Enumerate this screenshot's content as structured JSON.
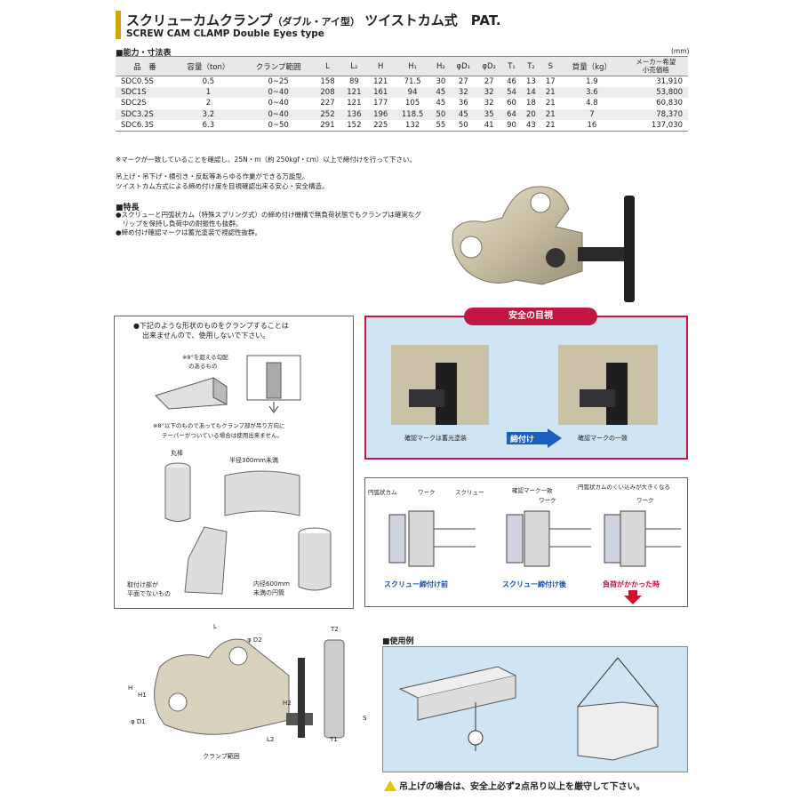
{
  "header": {
    "title_main": "スクリューカムクランプ",
    "title_sub": "（ダブル・アイ型）",
    "title_tail": "ツイストカム式　PAT.",
    "title_en": "SCREW CAM CLAMP Double Eyes type"
  },
  "spec_section": {
    "heading": "■能力・寸法表",
    "unit": "(mm)",
    "columns": [
      "品　番",
      "容量（ton）",
      "クランプ範囲",
      "L",
      "L₂",
      "H",
      "H₁",
      "H₂",
      "φD₁",
      "φD₂",
      "T₁",
      "T₂",
      "S",
      "質量（kg）",
      "メーカー希望",
      "小売価格"
    ],
    "rows": [
      [
        "SDC0.5S",
        "0.5",
        "0~25",
        "158",
        "89",
        "121",
        "71.5",
        "30",
        "27",
        "27",
        "46",
        "13",
        "17",
        "1.9",
        "31,910"
      ],
      [
        "SDC1S",
        "1",
        "0~40",
        "208",
        "121",
        "161",
        "94",
        "45",
        "32",
        "32",
        "54",
        "14",
        "21",
        "3.6",
        "53,800"
      ],
      [
        "SDC2S",
        "2",
        "0~40",
        "227",
        "121",
        "177",
        "105",
        "45",
        "36",
        "32",
        "60",
        "18",
        "21",
        "4.8",
        "60,830"
      ],
      [
        "SDC3.2S",
        "3.2",
        "0~40",
        "252",
        "136",
        "196",
        "118.5",
        "50",
        "45",
        "35",
        "64",
        "20",
        "21",
        "7",
        "78,370"
      ],
      [
        "SDC6.3S",
        "6.3",
        "0~50",
        "291",
        "152",
        "225",
        "132",
        "55",
        "50",
        "41",
        "90",
        "43",
        "21",
        "16",
        "137,030"
      ]
    ],
    "footnote": "※マークが一致していることを確認し、25N・m（約 250kgf・cm）以上で締付けを行って下さい。"
  },
  "description": {
    "line1": "吊上げ・吊下げ・横引き・反転等あらゆる作業ができる万能型。",
    "line2": "ツイストカム方式による締め付け度を目視確認出来る安心・安全構造。"
  },
  "features": {
    "heading": "■特長",
    "items": [
      "●スクリューと円弧状カム（特殊スプリング式）の締め付け機構で無負荷状態でもクランプは確実なグ",
      "　リップを保持し負荷中の耐振性も抜群。",
      "●締め付け確認マークは蓄光塗装で視認性抜群。"
    ]
  },
  "caution_panel": {
    "heading_1": "●下記のような形状のものをクランプすることは",
    "heading_2": "出来ませんので、使用しないで下さい。",
    "taper_1": "※8°を超える勾配",
    "taper_2": "のあるもの",
    "taper_note_1": "※8°以下のものであってもクランプ部が吊り方向に",
    "taper_note_2": "テーパーがついている場合は使用出来ません。",
    "round_bar": "丸棒",
    "radius": "半径300mm未満",
    "nonflat_1": "取付け部が",
    "nonflat_2": "平面でないもの",
    "pipe_1": "内径600mm",
    "pipe_2": "未満の円筒"
  },
  "safety": {
    "title": "安全の目視",
    "left_caption": "確認マークは蓄光塗装",
    "arrow": "締付け",
    "right_caption": "確認マークの一致"
  },
  "mechanism": {
    "arc_cam": "円弧状カム",
    "work": "ワーク",
    "screw": "スクリュー",
    "mark_match": "確認マーク一致",
    "work2": "ワーク",
    "bite": "円弧状カムのくい込みが大きくなる",
    "work3": "ワーク",
    "state1": "スクリュー締付け前",
    "state2": "スクリュー締付け後",
    "state3": "負荷がかかった時"
  },
  "dimensions": {
    "L": "L",
    "D2": "φ D2",
    "T2": "T2",
    "H": "H",
    "H1": "H1",
    "H2": "H2",
    "D1": "φ D1",
    "L2": "L2",
    "S": "S",
    "T1": "T1",
    "range": "クランプ範囲"
  },
  "usage": {
    "heading": "■使用例",
    "warning": "吊上げの場合は、安全上必ず2点吊り以上を厳守して下さい。"
  }
}
